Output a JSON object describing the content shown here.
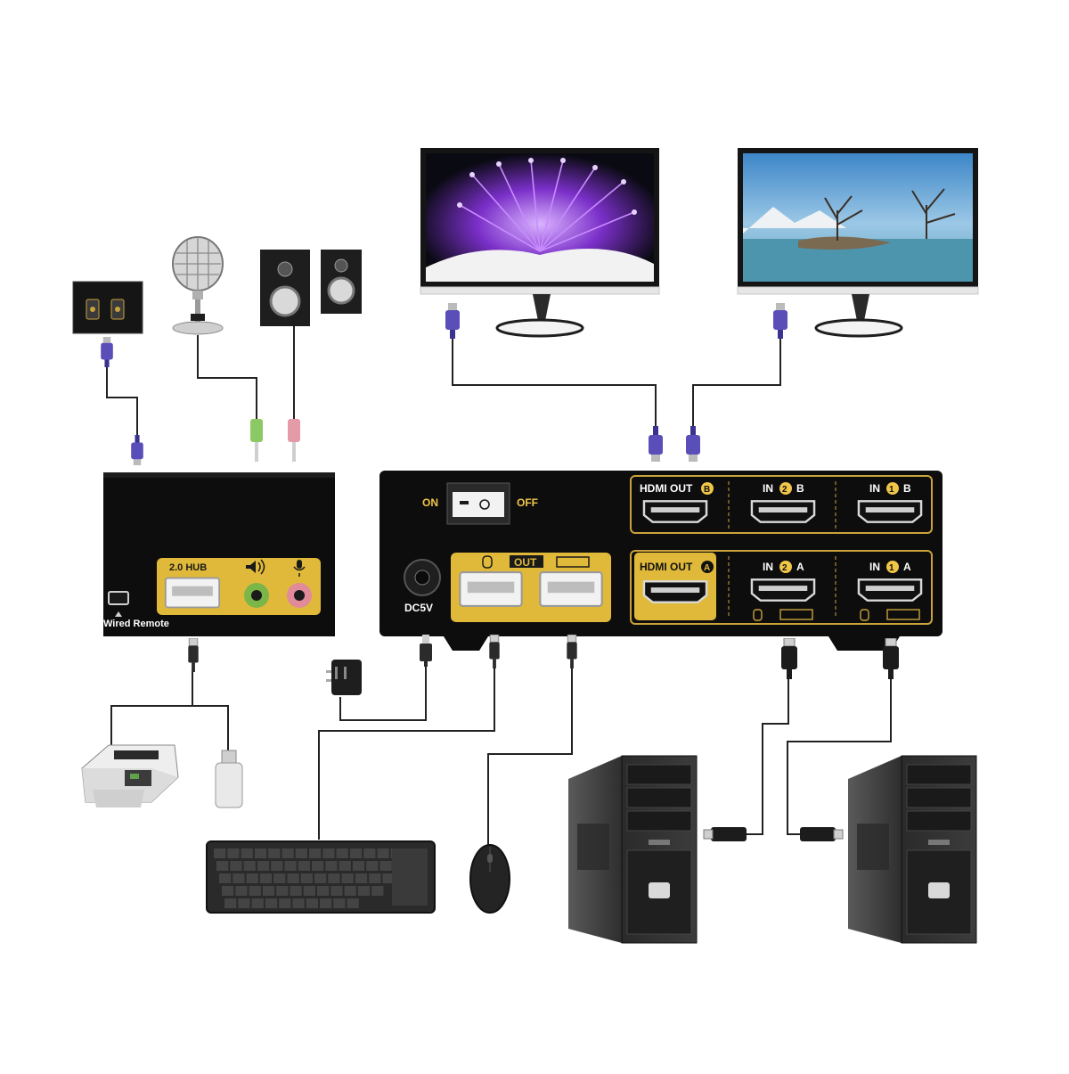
{
  "panel_labels": {
    "hub": "2.0 HUB",
    "wired_remote": "Wired Remote",
    "switch_on": "ON",
    "switch_off": "OFF",
    "dc_in": "DC5V",
    "usb_out": "OUT",
    "hdmi_out_b": "HDMI OUT",
    "hdmi_out_a": "HDMI OUT",
    "in2b": "IN",
    "in1b": "IN",
    "in2a": "IN",
    "in1a": "IN"
  },
  "badges": {
    "b": "B",
    "a": "A",
    "two": "2",
    "one": "1"
  },
  "colors": {
    "device_body": "#0d0d0d",
    "gold_panel": "#e0b93a",
    "gold_text": "#f0c648",
    "hdmi_plug": "#5a4fb8",
    "audio_green": "#7ab648",
    "audio_pink": "#e08a9a",
    "cable": "#222222"
  },
  "icons": [
    "monitor-flower-icon",
    "monitor-lake-icon",
    "wired-remote-icon",
    "microphone-icon",
    "speakers-icon",
    "printer-icon",
    "usb-stick-icon",
    "power-adapter-icon",
    "keyboard-icon",
    "mouse-icon",
    "pc-tower-icon"
  ]
}
